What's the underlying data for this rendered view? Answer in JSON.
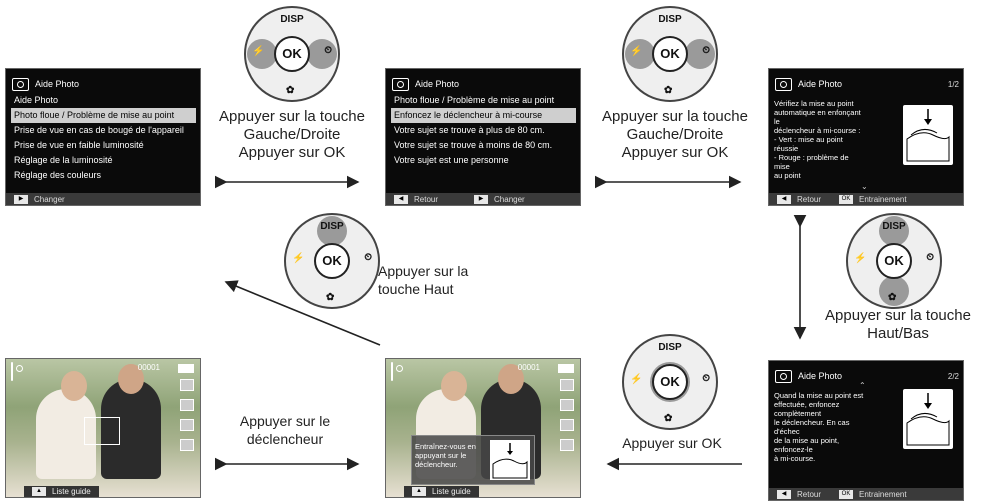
{
  "screens": {
    "s1": {
      "title": "Aide Photo",
      "subtitle": "Aide Photo",
      "items": [
        "Photo floue / Problème de mise au point",
        "Prise de vue en cas de bougé de l'appareil",
        "Prise de vue en faible luminosité",
        "Réglage de la luminosité",
        "Réglage des couleurs"
      ],
      "bottom": "Changer"
    },
    "s2": {
      "title": "Aide Photo",
      "items": [
        "Photo floue / Problème de mise au point",
        "Enfoncez le déclencheur à mi-course",
        "Votre sujet se trouve à plus de 80 cm.",
        "Votre sujet se trouve à moins de 80 cm.",
        "Votre sujet est une personne"
      ],
      "bottom_back": "Retour",
      "bottom_change": "Changer"
    },
    "s3": {
      "title": "Aide Photo",
      "page": "1/2",
      "lines": [
        "Vérifiez la mise au point",
        "automatique en enfonçant le",
        "déclencheur à mi-course :",
        "- Vert : mise au point réussie",
        "- Rouge : problème de mise",
        "  au point"
      ],
      "bottom_back": "Retour",
      "ok_key": "OK",
      "bottom_train": "Entrainement"
    },
    "s4": {
      "title": "Aide Photo",
      "page": "2/2",
      "lines": [
        "Quand la mise au point est",
        "effectuée, enfoncez complètement",
        "le déclencheur. En cas d'échec",
        "de la mise au point, enfoncez-le",
        "à mi-course."
      ],
      "bottom_back": "Retour",
      "ok_key": "OK",
      "bottom_train": "Entrainement"
    },
    "s5": {
      "counter": "00001",
      "overlay_lines": [
        "Entraînez-vous en",
        "appuyant sur le",
        "déclencheur."
      ],
      "guide": "Liste guide"
    },
    "s6": {
      "counter": "00001",
      "guide": "Liste guide"
    }
  },
  "pad": {
    "disp": "DISP",
    "ok": "OK",
    "flash": "⚡",
    "timer": "⏲",
    "macro": "✿"
  },
  "captions": {
    "c1": [
      "Appuyer sur la touche",
      "Gauche/Droite",
      "Appuyer sur OK"
    ],
    "c2": [
      "Appuyer sur la touche",
      "Gauche/Droite",
      "Appuyer sur OK"
    ],
    "c3": [
      "Appuyer sur la",
      "touche Haut"
    ],
    "c4": [
      "Appuyer sur la touche",
      "Haut/Bas"
    ],
    "c5": [
      "Appuyer sur OK"
    ],
    "c6": [
      "Appuyer sur le",
      "déclencheur"
    ]
  }
}
